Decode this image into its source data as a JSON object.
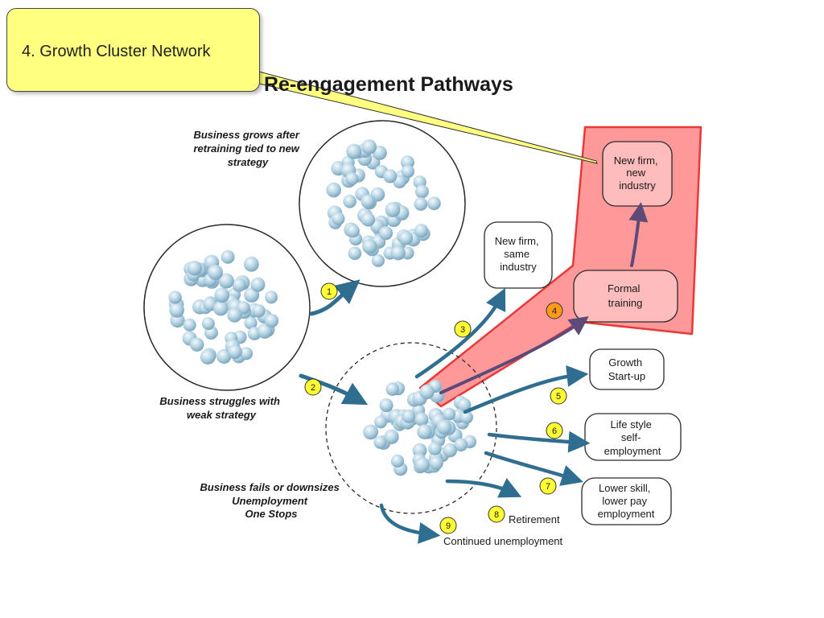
{
  "callout": {
    "text": "4. Growth Cluster Network"
  },
  "diagram": {
    "title": "Re-engagement Pathways",
    "captions": {
      "grows": [
        "Business grows after",
        "retraining tied to new",
        "strategy"
      ],
      "struggles": [
        "Business struggles with",
        "weak strategy"
      ],
      "fails": [
        "Business fails or downsizes",
        "Unemployment",
        "One Stops"
      ]
    },
    "boxes": {
      "new_firm_new_industry": [
        "New firm,",
        "new",
        "industry"
      ],
      "new_firm_same_industry": [
        "New firm,",
        "same",
        "industry"
      ],
      "formal_training": [
        "Formal",
        "training"
      ],
      "growth_startup": [
        "Growth",
        "Start-up"
      ],
      "lifestyle": [
        "Life style",
        "self-",
        "employment"
      ],
      "lower_skill": [
        "Lower skill,",
        "lower pay",
        "employment"
      ]
    },
    "labels": {
      "retirement": "Retirement",
      "continued_unemployment": "Continued unemployment"
    },
    "pathway_numbers": [
      "1",
      "2",
      "3",
      "4",
      "5",
      "6",
      "7",
      "8",
      "9"
    ],
    "colors": {
      "highlight_fill": "#ff9999",
      "highlight_stroke": "#e83838",
      "arrow": "#2f6e90",
      "arrow_purple": "#5e4a78",
      "badge": "#ffff33",
      "badge_highlight": "#ff9a1a",
      "callout_fill": "#ffff80"
    }
  }
}
